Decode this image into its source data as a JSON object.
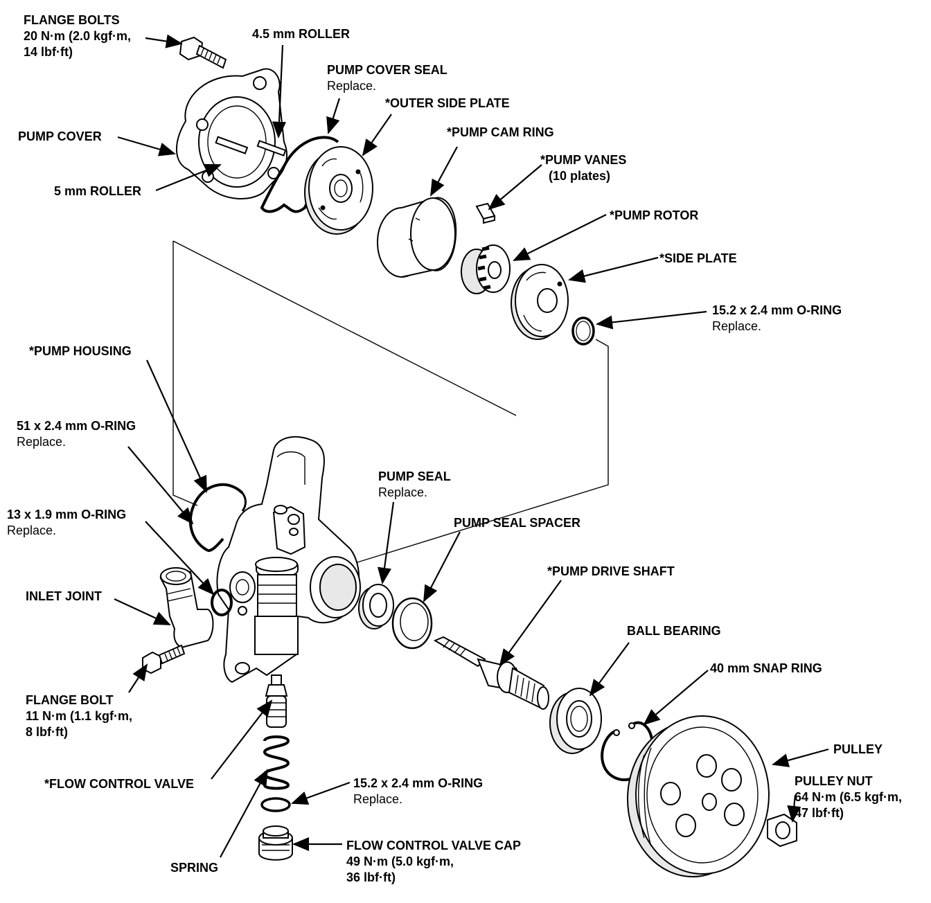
{
  "labels": {
    "flange_bolts": [
      "FLANGE BOLTS",
      "20 N·m (2.0 kgf·m,",
      "14 lbf·ft)"
    ],
    "roller_45": [
      "4.5 mm ROLLER"
    ],
    "pump_cover_seal": [
      "PUMP COVER SEAL"
    ],
    "pump_cover_seal_note": "Replace.",
    "outer_side_plate": [
      "*OUTER SIDE PLATE"
    ],
    "pump_cover": [
      "PUMP COVER"
    ],
    "pump_cam_ring": [
      "*PUMP CAM RING"
    ],
    "pump_vanes": [
      "*PUMP VANES",
      "(10 plates)"
    ],
    "roller_5": [
      "5 mm ROLLER"
    ],
    "pump_rotor": [
      "*PUMP ROTOR"
    ],
    "side_plate": [
      "*SIDE PLATE"
    ],
    "oring_152_top": [
      "15.2 x 2.4 mm O-RING"
    ],
    "oring_152_top_note": "Replace.",
    "pump_housing": [
      "*PUMP HOUSING"
    ],
    "oring_51": [
      "51 x 2.4 mm O-RING"
    ],
    "oring_51_note": "Replace.",
    "pump_seal": [
      "PUMP SEAL"
    ],
    "pump_seal_note": "Replace.",
    "oring_13": [
      "13 x 1.9 mm O-RING"
    ],
    "oring_13_note": "Replace.",
    "pump_seal_spacer": [
      "PUMP SEAL SPACER"
    ],
    "pump_drive_shaft": [
      "*PUMP DRIVE SHAFT"
    ],
    "inlet_joint": [
      "INLET JOINT"
    ],
    "ball_bearing": [
      "BALL BEARING"
    ],
    "snap_ring": [
      "40 mm SNAP RING"
    ],
    "flange_bolt": [
      "FLANGE BOLT",
      "11 N·m (1.1 kgf·m,",
      "8 lbf·ft)"
    ],
    "pulley": [
      "PULLEY"
    ],
    "pulley_nut": [
      "PULLEY NUT",
      "64 N·m (6.5 kgf·m,",
      "47 lbf·ft)"
    ],
    "flow_control_valve": [
      "*FLOW CONTROL VALVE"
    ],
    "oring_152_bottom": [
      "15.2 x 2.4 mm O-RING"
    ],
    "oring_152_bottom_note": "Replace.",
    "flow_control_valve_cap": [
      "FLOW CONTROL VALVE CAP",
      "49 N·m (5.0 kgf·m,",
      "36 lbf·ft)"
    ],
    "spring": [
      "SPRING"
    ]
  }
}
